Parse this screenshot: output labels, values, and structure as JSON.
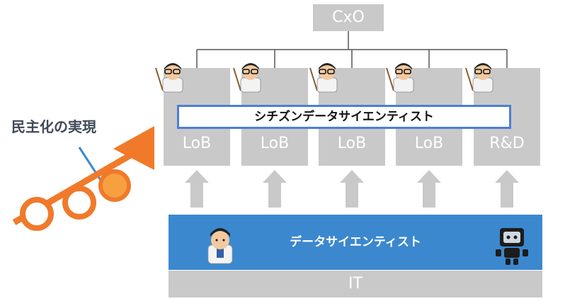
{
  "top_node": {
    "label": "CxO"
  },
  "columns": [
    {
      "label": "LoB"
    },
    {
      "label": "LoB"
    },
    {
      "label": "LoB"
    },
    {
      "label": "LoB"
    },
    {
      "label": "R&D"
    }
  ],
  "citizen_bar": {
    "label": "シチズンデータサイエンティスト"
  },
  "data_scientist_band": {
    "label": "データサイエンティスト"
  },
  "it_band": {
    "label": "IT"
  },
  "side_label": "民主化の実現",
  "colors": {
    "gray": "#c9c9c9",
    "blue_band": "#3b88cf",
    "blue_border": "#4a7fd6",
    "orange": "#f07a2a",
    "line": "#555555"
  },
  "icons": [
    "scientist-with-pointer-icon",
    "scientist-icon",
    "robot-icon",
    "up-arrow-icon",
    "growth-arrow-icon"
  ]
}
